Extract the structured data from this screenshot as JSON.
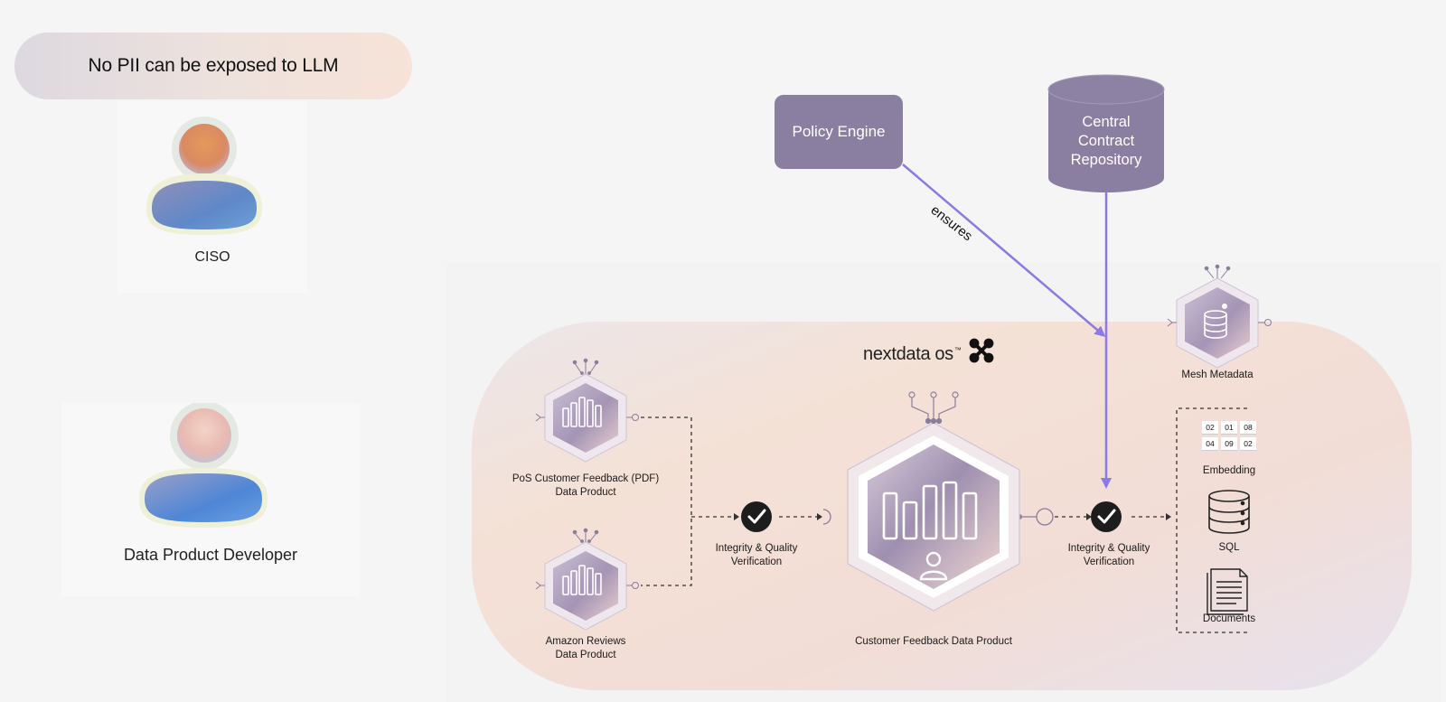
{
  "banner": {
    "text": "No PII can be exposed to LLM"
  },
  "personas": {
    "ciso": {
      "label": "CISO"
    },
    "developer": {
      "label": "Data Product  Developer"
    }
  },
  "policy_engine": {
    "label": "Policy Engine"
  },
  "repository": {
    "label": "Central Contract Repository",
    "lines": [
      "Central",
      "Contract",
      "Repository"
    ]
  },
  "edge_label": "ensures",
  "platform": {
    "brand": "nextdata",
    "brand_suffix": "os",
    "trademark": "™"
  },
  "sources": {
    "pos": {
      "line1": "PoS Customer Feedback (PDF)",
      "line2": "Data Product"
    },
    "amazon": {
      "line1": "Amazon Reviews",
      "line2": "Data Product"
    }
  },
  "verification_left": {
    "line1": "Integrity & Quality",
    "line2": "Verification"
  },
  "central_product": {
    "label": "Customer Feedback Data Product"
  },
  "verification_right": {
    "line1": "Integrity & Quality",
    "line2": "Verification"
  },
  "mesh_metadata": {
    "label": "Mesh Metadata"
  },
  "outputs": {
    "embedding": {
      "label": "Embedding",
      "grid": [
        "02",
        "01",
        "08",
        "04",
        "09",
        "02"
      ]
    },
    "sql": {
      "label": "SQL"
    },
    "documents": {
      "label": "Documents"
    }
  },
  "colors": {
    "accent_arrow": "#8b7ae6",
    "node_purple": "#8b7fa1"
  }
}
